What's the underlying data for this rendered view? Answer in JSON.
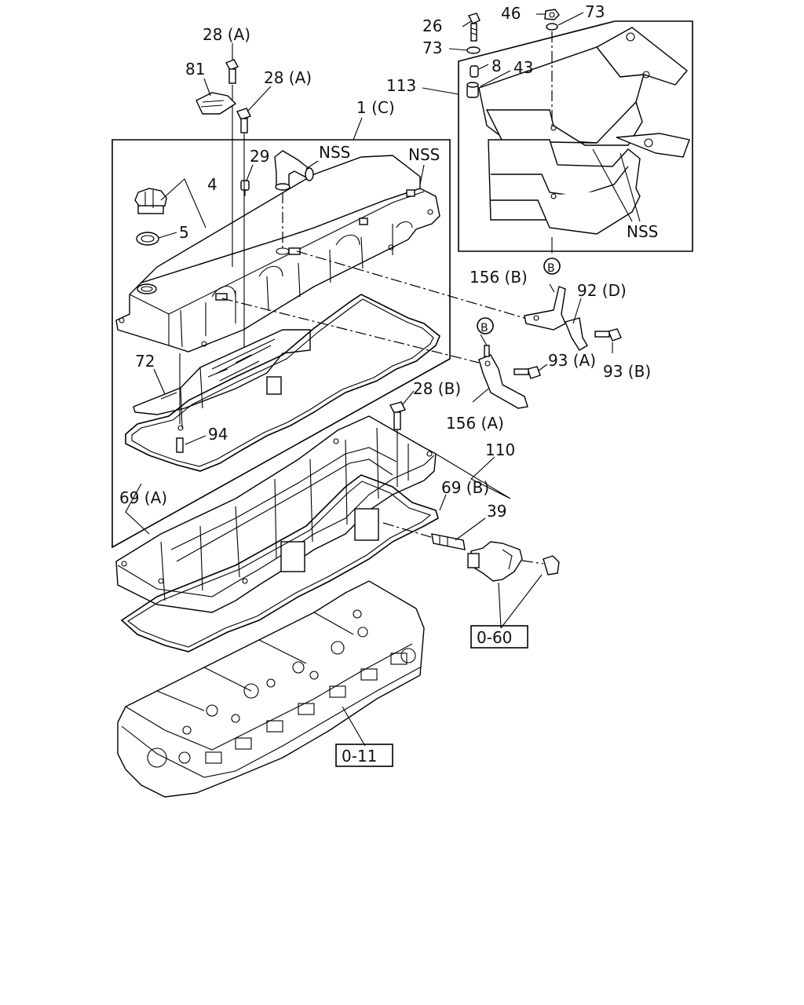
{
  "diagram": {
    "callouts": {
      "c28a_top": "28 (A)",
      "c81": "81",
      "c28a_mid": "28 (A)",
      "c1c": "1 (C)",
      "c29": "29",
      "c_nss_1": "NSS",
      "c_nss_2": "NSS",
      "c4": "4",
      "c5": "5",
      "c26": "26",
      "c46": "46",
      "c73_top": "73",
      "c73_left": "73",
      "c8": "8",
      "c43": "43",
      "c113": "113",
      "c_nss_3": "NSS",
      "c_b_top": "B",
      "c156b": "156 (B)",
      "c92d": "92 (D)",
      "c_b_left": "B",
      "c93a": "93 (A)",
      "c93b": "93 (B)",
      "c72": "72",
      "c28b": "28 (B)",
      "c94": "94",
      "c156a": "156 (A)",
      "c110": "110",
      "c69b": "69 (B)",
      "c69a": "69 (A)",
      "c39": "39",
      "ref_060": "0-60",
      "ref_011": "0-11"
    }
  }
}
